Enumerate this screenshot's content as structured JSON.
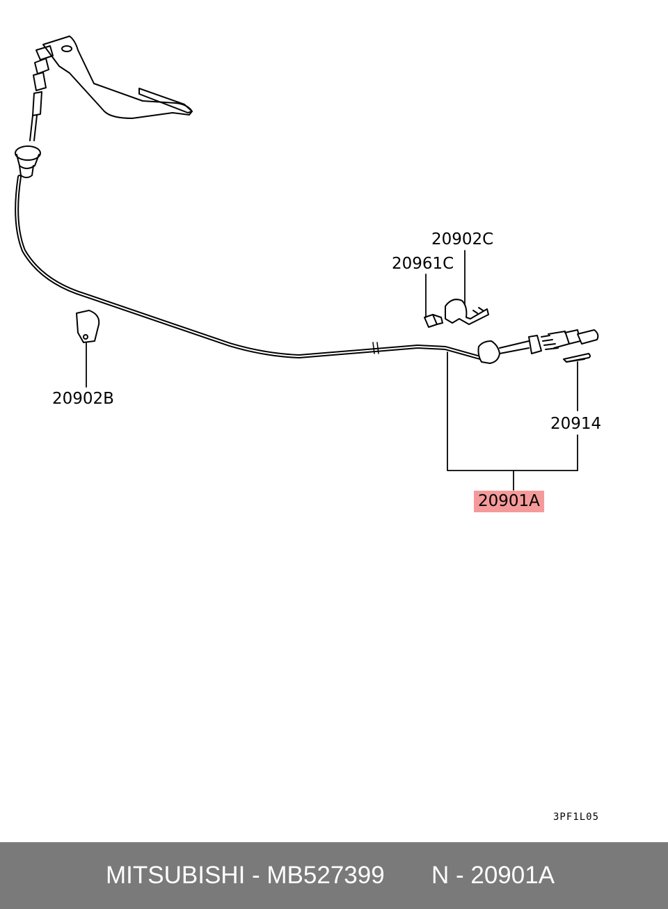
{
  "callouts": {
    "c20902C": "20902C",
    "c20961C": "20961C",
    "c20902B": "20902B",
    "c20914": "20914",
    "c20901A": "20901A"
  },
  "highlight_color": "#f59a9a",
  "diagram_code": "3PF1L05",
  "footer": {
    "brand_part": "MITSUBISHI - MB527399",
    "ref": "N - 20901A",
    "background": "#7a7a7a"
  }
}
